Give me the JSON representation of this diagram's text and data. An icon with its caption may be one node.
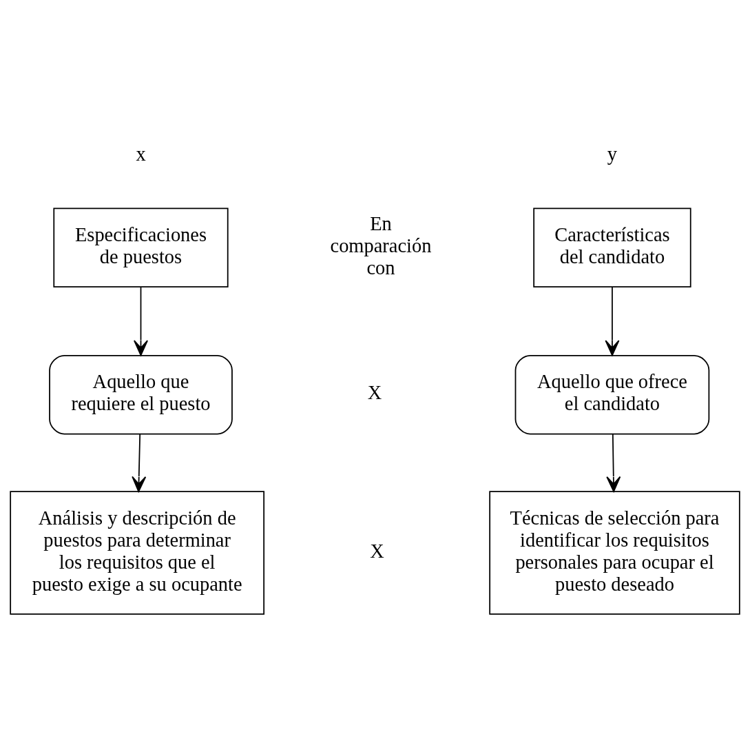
{
  "diagram": {
    "nodes": [
      {
        "text": [
          "Especificaciones de puestos"
        ],
        "beside": [
          "x"
        ]
      },
      {
        "text": [
          "Características del candidato"
        ],
        "beside": [
          "y"
        ]
      },
      {
        "text": [
          "Aquello que requiere el puesto"
        ]
      },
      {
        "text": [
          "Aquello que ofrece el candidato"
        ]
      },
      {
        "text": [
          "Análisis y descripción de puestos para determinar los requisitos que el puesto exige a su ocupante"
        ]
      },
      {
        "text": [
          "Técnicas de selección para identificar los requisitos personales para ocupar el puesto deseado"
        ]
      }
    ],
    "edges": [
      {
        "from": 0,
        "to": 2,
        "arrow": "to"
      },
      {
        "from": 2,
        "to": 4,
        "arrow": "to"
      },
      {
        "from": 1,
        "to": 3,
        "arrow": "to"
      },
      {
        "from": 3,
        "to": 5,
        "arrow": "to"
      }
    ],
    "labels": [
      "En comparación con",
      "X",
      "X"
    ]
  }
}
